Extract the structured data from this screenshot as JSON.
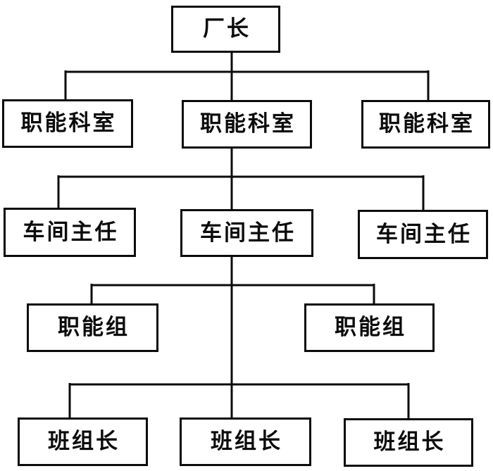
{
  "chart": {
    "type": "org-chart",
    "line_color": "#0b0b0b",
    "background_color": "#ffffff",
    "nodes": {
      "root": {
        "label": "厂长",
        "level": 1
      },
      "l2_left": {
        "label": "职能科室",
        "level": 2
      },
      "l2_mid": {
        "label": "职能科室",
        "level": 2
      },
      "l2_right": {
        "label": "职能科室",
        "level": 2
      },
      "l3_left": {
        "label": "车间主任",
        "level": 3
      },
      "l3_mid": {
        "label": "车间主任",
        "level": 3
      },
      "l3_right": {
        "label": "车间主任",
        "level": 3
      },
      "l4_left": {
        "label": "职能组",
        "level": 4
      },
      "l4_right": {
        "label": "职能组",
        "level": 4
      },
      "l5_left": {
        "label": "班组长",
        "level": 5
      },
      "l5_mid": {
        "label": "班组长",
        "level": 5
      },
      "l5_right": {
        "label": "班组长",
        "level": 5
      }
    },
    "edges": [
      [
        "root",
        "l2_left"
      ],
      [
        "root",
        "l2_mid"
      ],
      [
        "root",
        "l2_right"
      ],
      [
        "l2_mid",
        "l3_left"
      ],
      [
        "l2_mid",
        "l3_mid"
      ],
      [
        "l2_mid",
        "l3_right"
      ],
      [
        "l3_mid",
        "l4_left"
      ],
      [
        "l3_mid",
        "l4_right"
      ],
      [
        "l3_mid",
        "l5_left"
      ],
      [
        "l3_mid",
        "l5_mid"
      ],
      [
        "l3_mid",
        "l5_right"
      ]
    ]
  }
}
